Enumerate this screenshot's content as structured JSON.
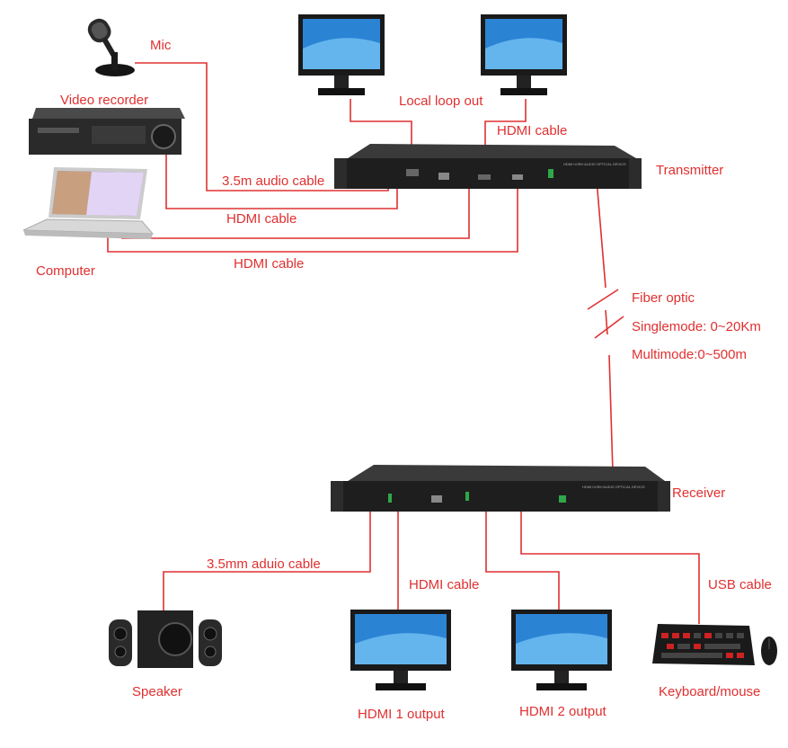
{
  "labels": {
    "mic": "Mic",
    "video_recorder": "Video recorder",
    "computer": "Computer",
    "local_loop_out": "Local loop out",
    "hdmi_cable_top": "HDMI cable",
    "transmitter": "Transmitter",
    "audio_cable_tx": "3.5m audio cable",
    "hdmi_cable_recorder": "HDMI cable",
    "hdmi_cable_computer": "HDMI cable",
    "fiber_optic": "Fiber optic",
    "singlemode": "Singlemode: 0~20Km",
    "multimode": "Multimode:0~500m",
    "receiver": "Receiver",
    "audio_cable_rx": "3.5mm aduio cable",
    "hdmi_cable_rx": "HDMI cable",
    "usb_cable": "USB cable",
    "speaker": "Speaker",
    "hdmi1_output": "HDMI 1 output",
    "hdmi2_output": "HDMI 2 output",
    "keyboard_mouse": "Keyboard/mouse"
  },
  "device_text": {
    "tx_brand": "HDMI+USB+AUDIO OPTICAL DEVICE",
    "rx_brand": "HDMI+USB+AUDIO OPTICAL DEVICE"
  },
  "colors": {
    "cable": "#e03030",
    "label": "#e03030",
    "device_body": "#1e1e1e"
  }
}
